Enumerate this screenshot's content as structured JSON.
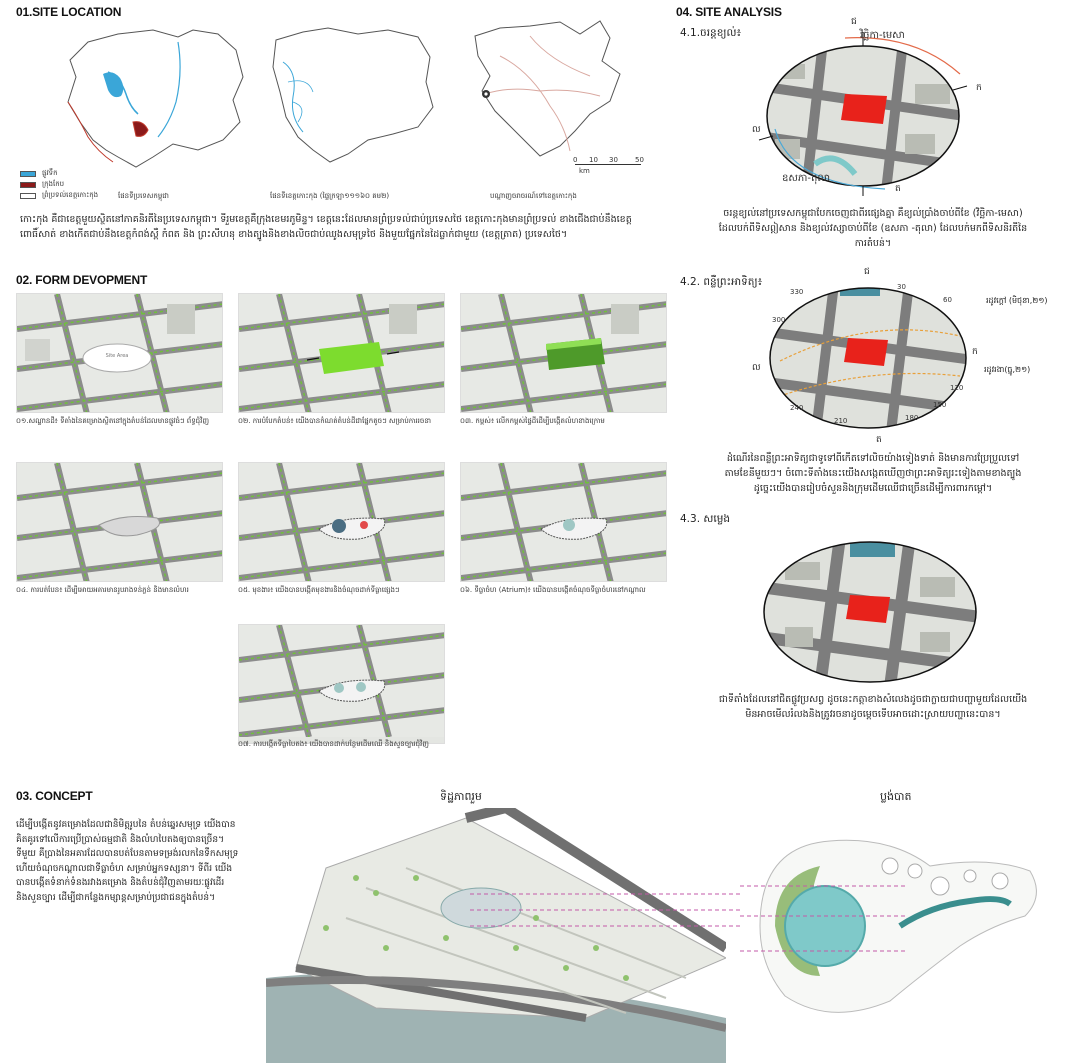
{
  "section1": {
    "title": "01.SITE LOCATION",
    "legend": [
      {
        "label": "ផ្លូវទឹក",
        "color": "#3aa6d8"
      },
      {
        "label": "ក្រុងកែប",
        "color": "#8b1a1a"
      },
      {
        "label": "ព្រំប្រទល់ខេត្តកោះកុង",
        "color": "#ffffff"
      }
    ],
    "map1_caption": "ផែនទីប្រទេសកម្ពុជា",
    "map2_caption": "ផែនទីខេត្តកោះកុង (ផ្ទៃក្រឡា១១១៦០ គម២)",
    "map3_caption": "បណ្ដាញចរាចរណ៍ទៅខេត្តកោះកុង",
    "scale": {
      "ticks": [
        "0",
        "10",
        "30",
        "50"
      ],
      "unit": "km"
    },
    "paragraph": "កោះកុង គឺជាខេត្តមួយស្ថិតនៅភាគនិរតីនៃប្រទេសកម្ពុជា។ ទីរួមខេត្តគឺក្រុងខេមរភូមិន្ទ។ ខេត្តនេះដែលមានព្រំប្រទល់ជាប់ប្រទេសថៃ ខេត្តកោះកុងមានព្រំប្រទល់ ខាងជើងជាប់នឹងខេត្តពោធិ៍សាត់ ខាងកើតជាប់នឹងខេត្តកំពង់ស្ពឺ កំពត និង ព្រះសីហនុ ខាងត្បូងនិងខាងលិចជាប់ឈូងសមុទ្រថៃ និងមួយផ្នែកនៃដៃធ្លាក់ជាមួយ (ខេត្តត្រាត) ប្រទេសថៃ។"
  },
  "section2": {
    "title": "02. FORM DEVOPMENT",
    "tile_label": "Site Area",
    "steps": [
      {
        "caption": "០១.សណ្ឋានដី៖ ទីតាំងនៃគម្រោងស្ថិតនៅក្នុងតំបន់ដែលមានផ្លូវធំៗ ព័ទ្ធជុំវិញ"
      },
      {
        "caption": "០២. ការបំបែកតំបន់៖ យើងបានកំណត់តំបន់ដីជាផ្នែកតូចៗ សម្រាប់ការរចនា"
      },
      {
        "caption": "០៣. កម្ពស់៖ លើកកម្ពស់ផ្ទៃដីដើម្បីបង្កើតលំហខាងក្រោម"
      },
      {
        "caption": "០៤. ការបត់បែន៖ ដើម្បីអោយអគារមានរូបរាងទន់ភ្លន់ និងមានលំហរ"
      },
      {
        "caption": "០៥. មុខងារ៖ យើងបានបង្កើតមុខងារនិងចំណុចដាក់ទីធ្លាផ្សេងៗ"
      },
      {
        "caption": "០៦. ទីធ្លាចំហ (Atrium)៖ យើងបានបង្កើតចំណុចទីធ្លាចំហរនៅកណ្តាល"
      },
      {
        "caption": "០៧. ការបង្កើតទីធ្លាបៃតង៖ យើងបានដាក់បន្ថែមដើមឈើ និងសួនច្បារជុំវិញ"
      }
    ]
  },
  "section3": {
    "title": "03. CONCEPT",
    "label_perspective": "ទិដ្ឋភាពរួម",
    "label_plan": "ប្លង់បាត",
    "paragraph": "ដើម្បីបង្កើតនូវគម្រោងដែលជានិមិត្តរូបនៃ តំបន់ឆ្នេរសមុទ្រ យើងបានគិតគូរទៅលើការប្រើប្រាស់ធម្មជាតិ និងលំហបៃតងឲ្យបានច្រើន។ ទីមួយ គឺប្រាងនៃអគារដែលបានបត់បែនតាមទម្រង់រលកនៃទឹកសមុទ្រ ហើយចំណុចកណ្ដាលជាទីធ្លាចំហ សម្រាប់អ្នកទស្សនា។ ទីពីរ យើងបានបង្កើតទំនាក់ទំនងរវាងគម្រោង និងតំបន់ជុំវិញតាមរយៈផ្លូវដើរ និងសួនច្បារ ដើម្បីជាកន្លែងកម្សាន្តសម្រាប់ប្រជាជនក្នុងតំបន់។"
  },
  "section4": {
    "title": "04. SITE ANALYSIS",
    "wind": {
      "heading": "4.1.ចរន្តខ្យល់៖",
      "arrow_top": "វិច្ឆិកា-មេសា",
      "arrow_bottom": "ឧសភា-តុលា",
      "dir_n": "ជ",
      "dir_e": "ក",
      "dir_w": "ល",
      "dir_s": "ត",
      "paragraph": "ចរន្តខ្យល់នៅប្រទេសកម្ពុជាបែកចេញជាពីរផ្សេងគ្នា គឺខ្យល់ប្រាំងចាប់ពីខែ (វិច្ឆិកា-មេសា) ដែលបក់ពីទិសឦសាន និងខ្យល់វស្សាចាប់ពីខែ (ឧសភា -តុលា) ដែលបក់មកពីទិសនិរតីនៃការតំបន់។"
    },
    "sun": {
      "heading": "4.2. ពន្លឺព្រះអាទិត្យ៖",
      "label_summer": "រដូវក្តៅ (មិថុនា,២១)",
      "label_winter": "រដូវរងា(ធ្នូ,២១)",
      "degrees": [
        "330",
        "30",
        "60",
        "300",
        "120",
        "240",
        "210",
        "180",
        "150"
      ],
      "dir_n": "ជ",
      "dir_e": "ក",
      "dir_w": "ល",
      "dir_s": "ត",
      "paragraph": "ដំណើរនៃពន្លឺព្រះអាទិត្យជាទូទៅពីកើតទៅលិចយ៉ាងទៀងទាត់ និងមានការប្រែប្រួលទៅតាមខែនីមួយៗ។ ចំពោះទីតាំងនេះយើងសង្កេតឃើញថាព្រះអាទិត្យរះទៀងតាមខាងត្បូងដូច្នេះយើងបានរៀបចំសួននិងក្រុមដើមឈើជាច្រើនដើម្បីការពារកម្តៅ។"
    },
    "noise": {
      "heading": "4.3. សម្លេង",
      "paragraph": "ជាទីតាំងដែលនៅជិតផ្លូវប្រសព្វ ដូចនេះកត្តាខាងសំលេងដូចជាក្លាយជាបញ្ហាមួយដែលយើងមិនអាចមើលរំលងនិងត្រូវរចនាដូចម្ដេចទើបអាចដោះស្រាយបញ្ហានេះបាន។"
    }
  },
  "colors": {
    "site_red": "#e8221b",
    "water_blue": "#3aa6d8",
    "green": "#6fc23a",
    "road": "#7d7d7d",
    "block": "#dfe1dc"
  }
}
